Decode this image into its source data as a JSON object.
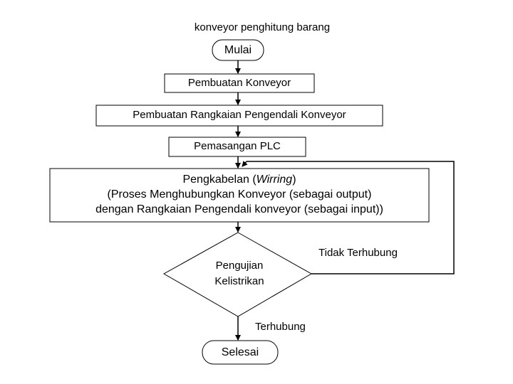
{
  "diagram": {
    "title": "konveyor penghitung barang",
    "nodes": {
      "start": "Mulai",
      "step1": "Pembuatan Konveyor",
      "step2": "Pembuatan Rangkaian Pengendali Konveyor",
      "step3": "Pemasangan PLC",
      "step4": {
        "line1_text": "Pengkabelan (",
        "line1_italic": "Wirring",
        "line1_end": ")",
        "line2": "(Proses Menghubungkan Konveyor (sebagai output)",
        "line3": "dengan Rangkaian Pengendali konveyor (sebagai input))"
      },
      "decision": {
        "line1": "Pengujian",
        "line2": "Kelistrikan"
      },
      "end": "Selesai"
    },
    "edge_labels": {
      "fail": "Tidak Terhubung",
      "pass": "Terhubung"
    }
  }
}
